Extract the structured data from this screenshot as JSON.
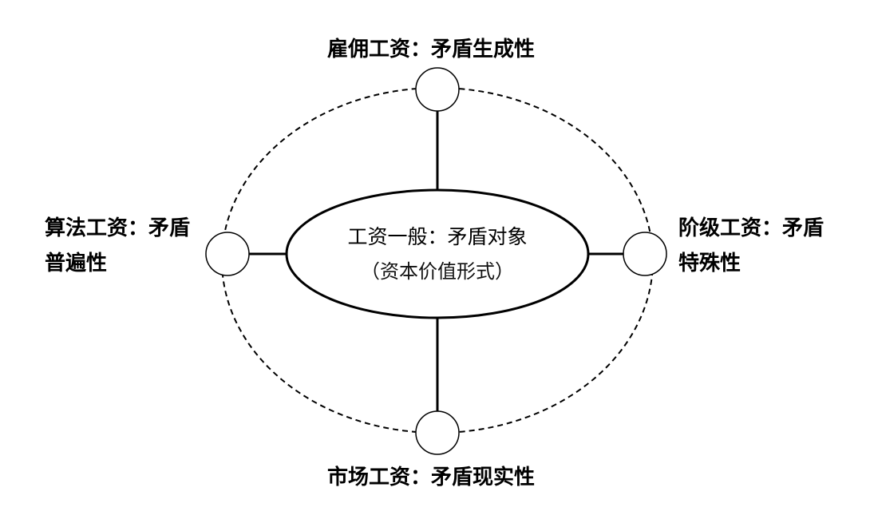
{
  "center": {
    "title": "工资一般：矛盾对象",
    "subtitle": "（资本价值形式）"
  },
  "nodes": {
    "top": {
      "label": "雇佣工资：矛盾生成性"
    },
    "bottom": {
      "label": "市场工资：矛盾现实性"
    },
    "left": {
      "line1": "算法工资：矛盾",
      "line2": "普遍性"
    },
    "right": {
      "line1": "阶级工资：矛盾",
      "line2": "特殊性"
    }
  },
  "colors": {
    "stroke": "#000000",
    "background": "#ffffff"
  }
}
